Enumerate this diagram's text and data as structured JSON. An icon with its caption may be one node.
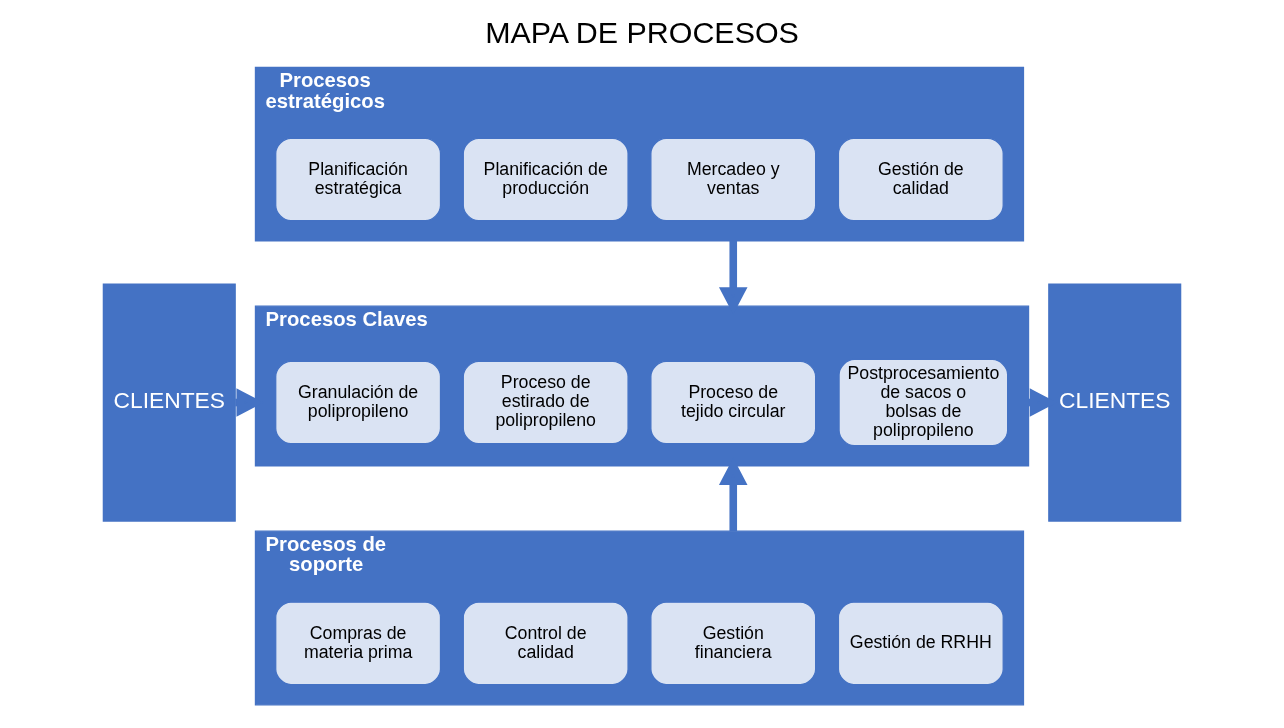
{
  "diagram": {
    "title": "MAPA DE PROCESOS",
    "nodes": [
      {
        "text": [
          "CLIENTES"
        ]
      },
      {
        "text": [
          "Procesos estratégicos"
        ]
      },
      {
        "text": [
          "Planificación estratégica"
        ],
        "in": 1
      },
      {
        "text": [
          "Planificación de producción"
        ],
        "in": 1
      },
      {
        "text": [
          "Mercadeo y ventas"
        ],
        "in": 1
      },
      {
        "text": [
          "Gestión de calidad"
        ],
        "in": 1
      },
      {
        "text": [
          "Procesos Claves"
        ]
      },
      {
        "text": [
          "Granulación de polipropileno"
        ],
        "in": 6
      },
      {
        "text": [
          "Proceso de estirado de polipropileno"
        ],
        "in": 6
      },
      {
        "text": [
          "Proceso de tejido circular"
        ],
        "in": 6
      },
      {
        "text": [
          "Postprocesamiento de sacos o bolsas de polipropileno"
        ],
        "in": 6
      },
      {
        "text": [
          "Procesos de soporte"
        ]
      },
      {
        "text": [
          "Compras de materia prima"
        ],
        "in": 11
      },
      {
        "text": [
          "Control de calidad"
        ],
        "in": 11
      },
      {
        "text": [
          "Gestión financiera"
        ],
        "in": 11
      },
      {
        "text": [
          "Gestión de RRHH"
        ],
        "in": 11
      },
      {
        "text": [
          "CLIENTES"
        ]
      }
    ],
    "edges": [
      {
        "from": 1,
        "to": 6,
        "arrow": "to"
      },
      {
        "from": 0,
        "to": 6,
        "arrow": "to"
      },
      {
        "from": 6,
        "to": 16,
        "arrow": "to"
      },
      {
        "from": 11,
        "to": 6,
        "arrow": "to"
      }
    ]
  }
}
